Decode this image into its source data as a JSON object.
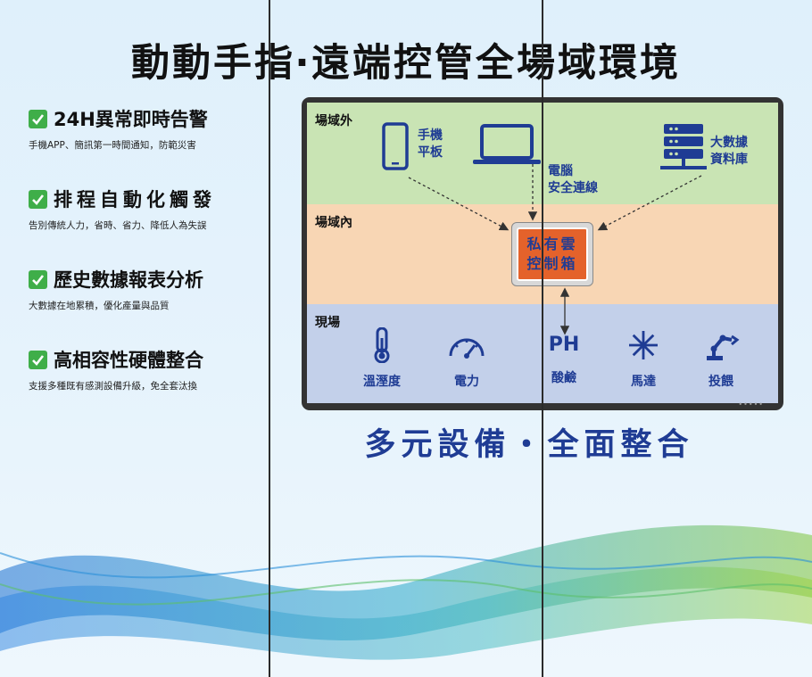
{
  "title": "動動手指‧遠端控管全場域環境",
  "subtitle": "多元設備・全面整合",
  "features": [
    {
      "title": "24H異常即時告警",
      "desc": "手機APP、簡訊第一時間通知，防範災害"
    },
    {
      "title": "排程自動化觸發",
      "desc": "告別傳統人力，省時、省力、降低人為失誤"
    },
    {
      "title": "歷史數據報表分析",
      "desc": "大數據在地累積，優化產量與品質"
    },
    {
      "title": "高相容性硬體整合",
      "desc": "支援多種既有感測設備升級，免全套汰換"
    }
  ],
  "zones": {
    "outside": "場域外",
    "inside": "場域內",
    "site": "現場"
  },
  "devices": {
    "phone": {
      "line1": "手機",
      "line2": "平板",
      "icon": "phone-icon"
    },
    "computer": {
      "line1": "電腦",
      "line2": "安全連線",
      "icon": "laptop-icon"
    },
    "database": {
      "line1": "大數據",
      "line2": "資料庫",
      "icon": "server-icon"
    }
  },
  "control_box": {
    "line1": "私有雲",
    "line2": "控制箱"
  },
  "site_items": [
    {
      "label": "溫溼度",
      "icon": "thermometer-icon"
    },
    {
      "label": "電力",
      "icon": "gauge-icon"
    },
    {
      "label": "酸鹼",
      "icon": "ph-icon",
      "icon_text": "PH"
    },
    {
      "label": "馬達",
      "icon": "asterisk-icon"
    },
    {
      "label": "投餵",
      "icon": "robot-arm-icon"
    }
  ],
  "colors": {
    "accent_blue": "#1f3c94",
    "check_green": "#3fae49",
    "zone_outside": "#c9e4b4",
    "zone_inside": "#f8d6b4",
    "zone_site": "#c3d0ea",
    "control_orange": "#e4622b"
  }
}
